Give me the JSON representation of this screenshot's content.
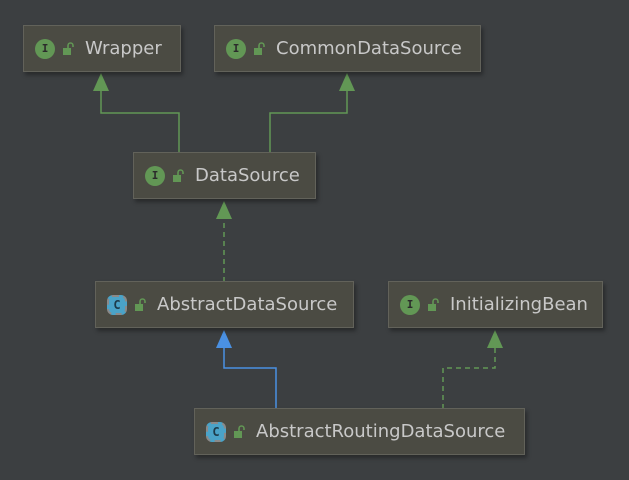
{
  "nodes": {
    "wrapper": {
      "label": "Wrapper",
      "kind": "I"
    },
    "common_data_source": {
      "label": "CommonDataSource",
      "kind": "I"
    },
    "data_source": {
      "label": "DataSource",
      "kind": "I"
    },
    "abstract_data_source": {
      "label": "AbstractDataSource",
      "kind": "C"
    },
    "initializing_bean": {
      "label": "InitializingBean",
      "kind": "I"
    },
    "abstract_routing_data_source": {
      "label": "AbstractRoutingDataSource",
      "kind": "C"
    }
  },
  "colors": {
    "background": "#3c3f41",
    "interface_edge": "#629755",
    "extends_edge": "#4a90e2",
    "node_fill": "#4b4b43",
    "text": "#c8c8c8"
  }
}
